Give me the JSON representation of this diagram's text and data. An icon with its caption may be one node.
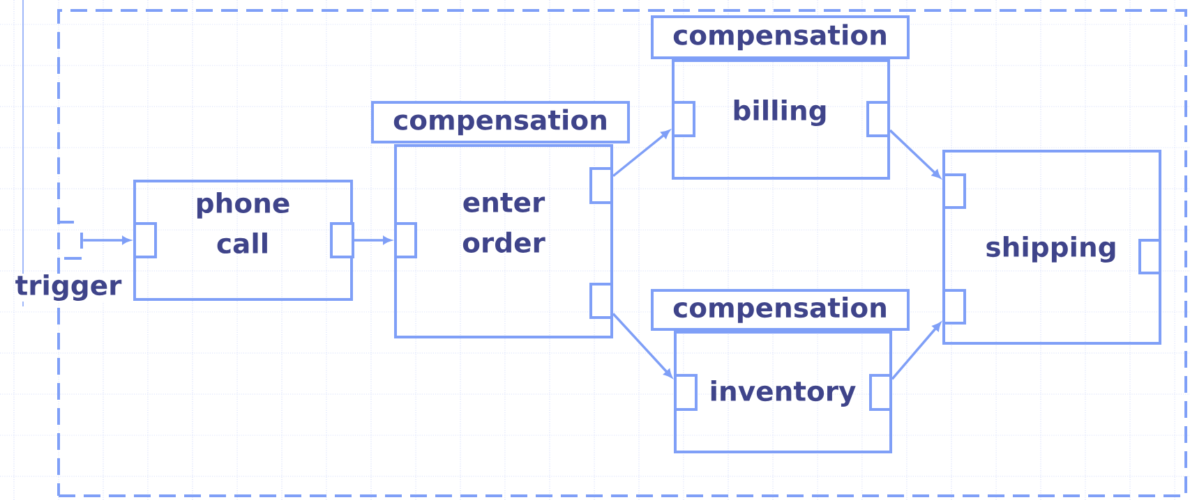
{
  "diagram": {
    "nodes": [
      {
        "text": [],
        "shape": "box"
      },
      {
        "text": [
          "trigger"
        ],
        "in": 0
      },
      {
        "text": [
          "phone call"
        ],
        "in": 0
      },
      {
        "text": [],
        "shape": "box",
        "in": 2
      },
      {
        "text": [],
        "shape": "box",
        "in": 2
      },
      {
        "text": [
          "compensation",
          "enter order"
        ],
        "in": 0
      },
      {
        "text": [],
        "shape": "box",
        "in": 5
      },
      {
        "text": [],
        "shape": "box",
        "in": 5
      },
      {
        "text": [],
        "shape": "box",
        "in": 5
      },
      {
        "text": [
          "compensation",
          "billing"
        ],
        "in": 0
      },
      {
        "text": [],
        "shape": "box",
        "in": 9
      },
      {
        "text": [],
        "shape": "box",
        "in": 9
      },
      {
        "text": [
          "compensation",
          "inventory"
        ],
        "in": 0
      },
      {
        "text": [],
        "shape": "box",
        "in": 12
      },
      {
        "text": [],
        "shape": "box",
        "in": 12
      },
      {
        "text": [
          "shipping"
        ],
        "in": 0
      },
      {
        "text": [],
        "shape": "box",
        "in": 15
      },
      {
        "text": [],
        "shape": "box",
        "in": 15
      },
      {
        "text": [],
        "shape": "box",
        "in": 15
      }
    ],
    "edges": [
      {
        "from": 1,
        "to": 3,
        "arrow": "to"
      },
      {
        "from": 4,
        "to": 6,
        "arrow": "to"
      },
      {
        "from": 7,
        "to": 10,
        "arrow": "to"
      },
      {
        "from": 8,
        "to": 13,
        "arrow": "to"
      },
      {
        "from": 11,
        "to": 16,
        "arrow": "to"
      },
      {
        "from": 14,
        "to": 17,
        "arrow": "to"
      }
    ]
  }
}
